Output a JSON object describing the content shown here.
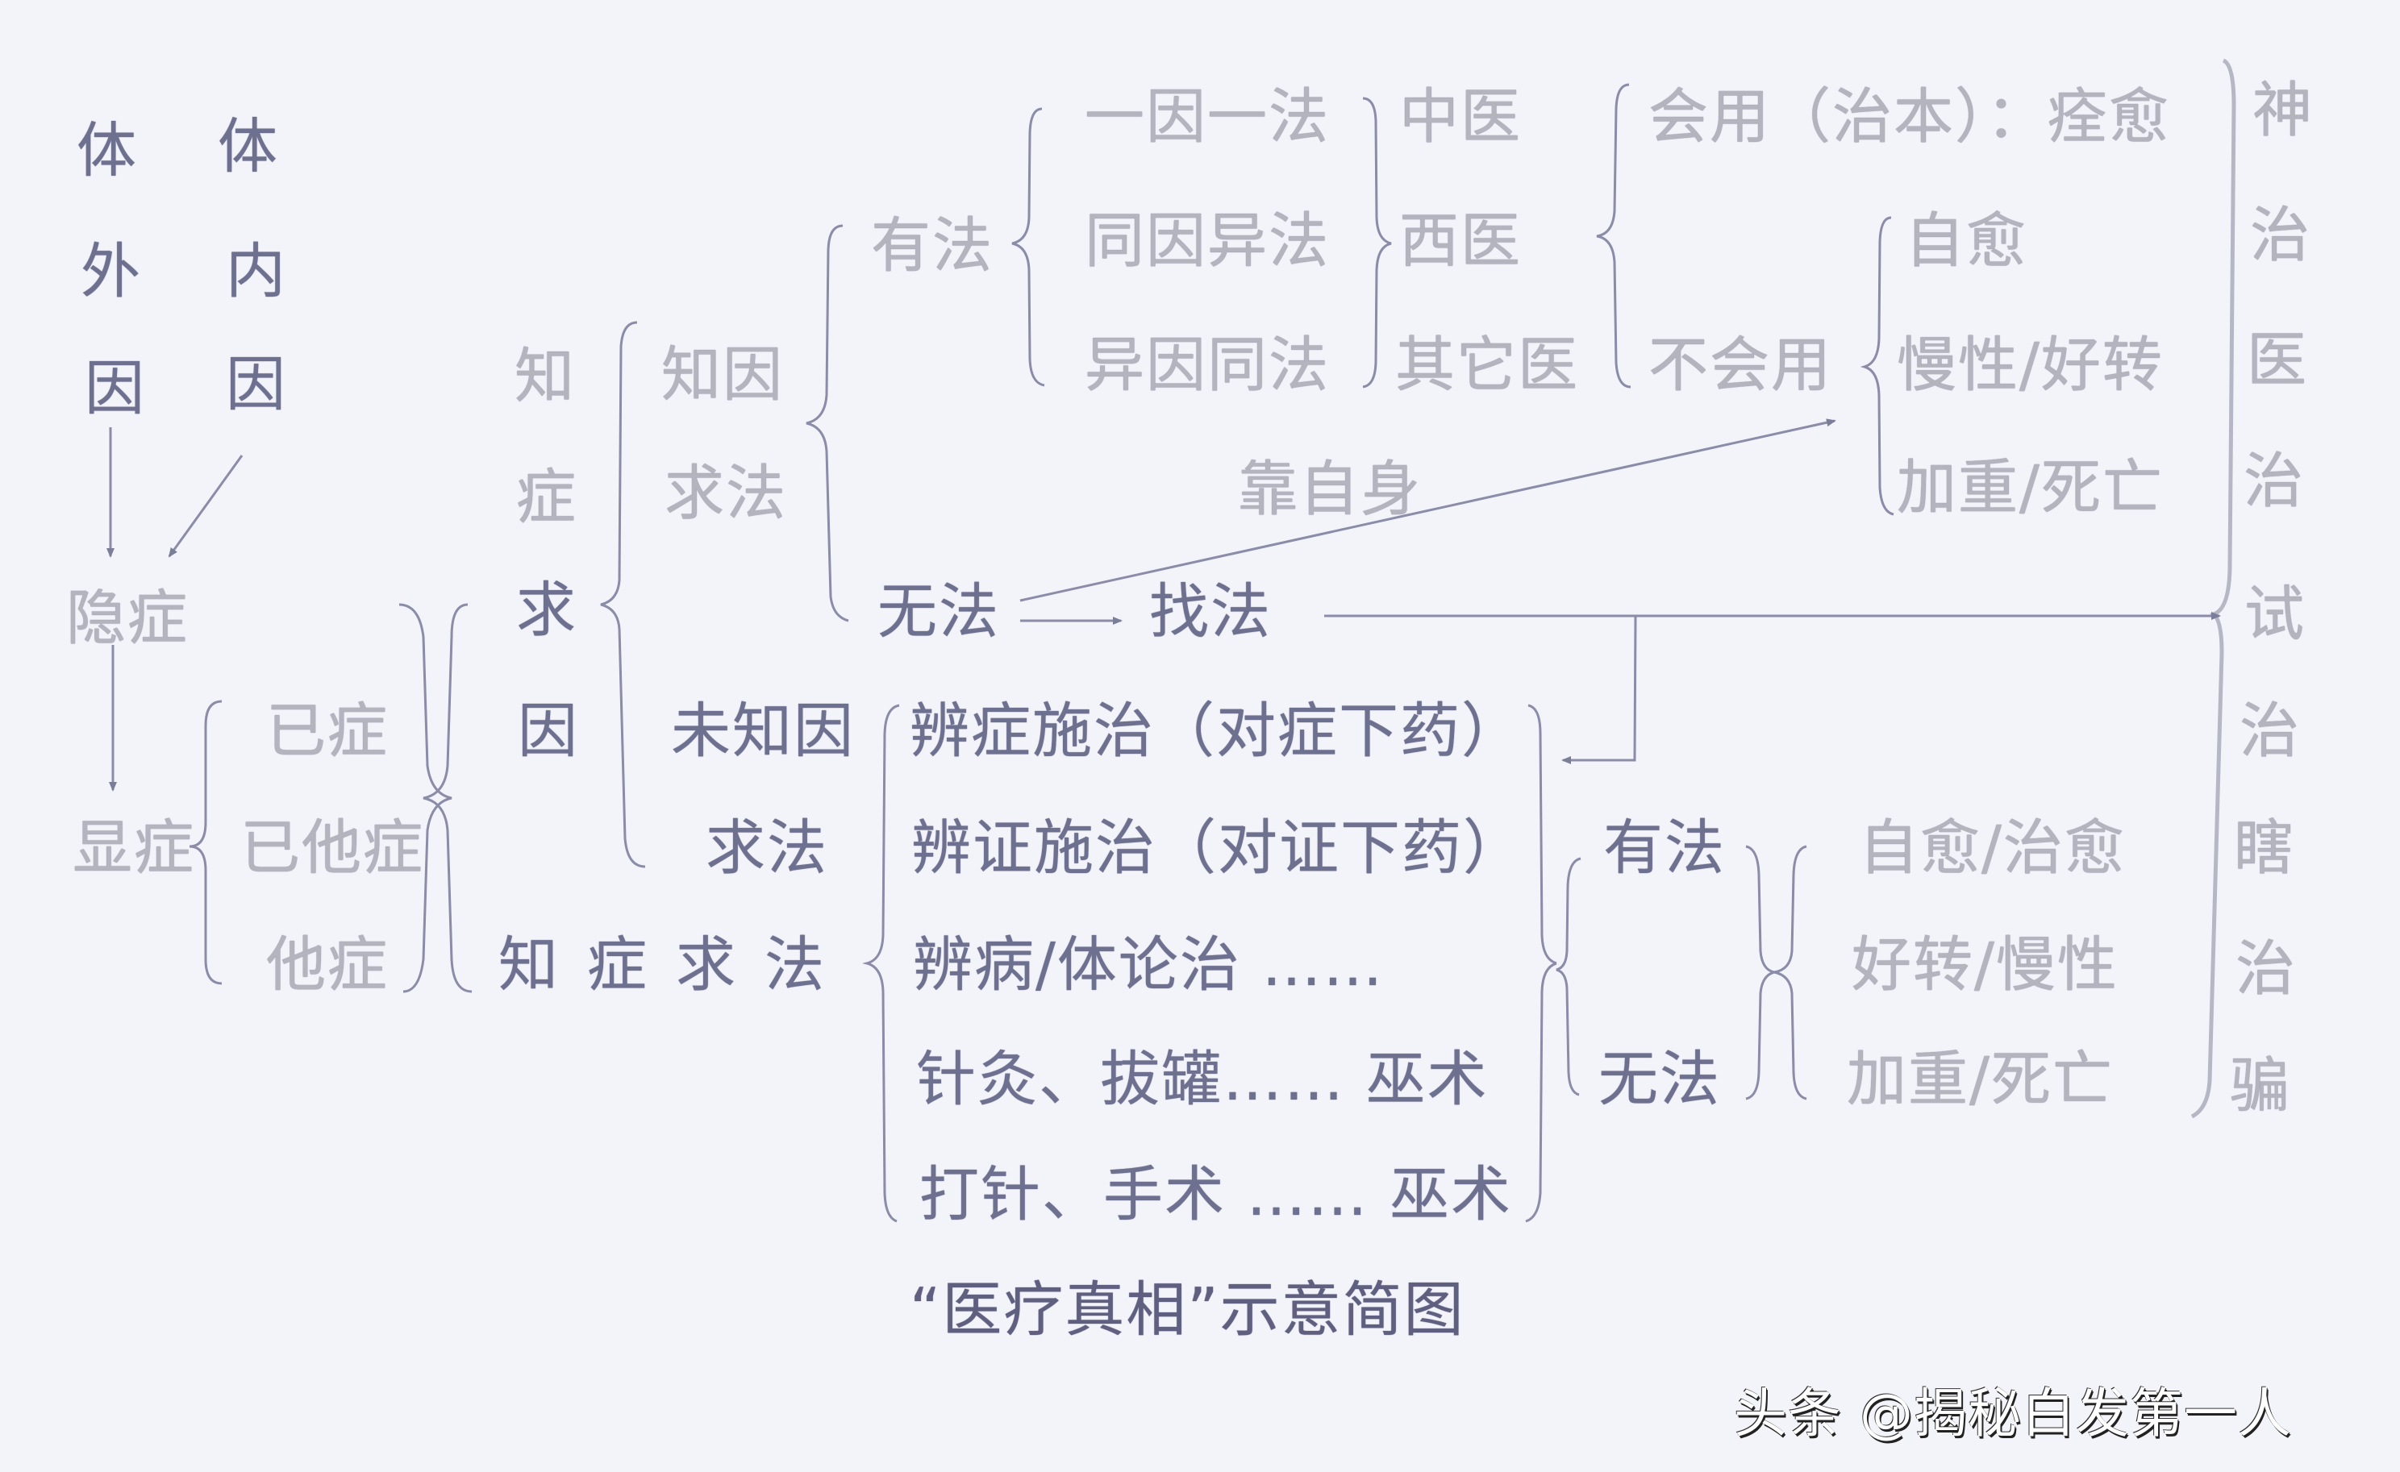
{
  "title": "“医疗真相”示意简图",
  "watermark": "头条 @揭秘白发第一人",
  "causes": {
    "external": [
      "体",
      "外",
      "因"
    ],
    "internal": [
      "体",
      "内",
      "因"
    ]
  },
  "symptoms": {
    "hidden": "隐症",
    "manifest": "显症",
    "manifest_types": [
      "已症",
      "已他症",
      "他症"
    ]
  },
  "approach_column": [
    "知",
    "症",
    "求",
    "因"
  ],
  "known_cause": {
    "label_1": "知因",
    "label_2": "求法",
    "has_method": "有法",
    "no_method": "无法",
    "find_method": "找法",
    "rely_self": "靠自身",
    "methods": [
      "一因一法",
      "同因异法",
      "异因同法"
    ],
    "medicine": [
      "中医",
      "西医",
      "其它医"
    ],
    "use_well": "会用（治本）：痊愈",
    "not_use": "不会用",
    "outcomes": [
      "自愈",
      "慢性/好转",
      "加重/死亡"
    ]
  },
  "unknown_cause": {
    "label_1": "未知因",
    "label_2": "求法"
  },
  "symptom_method_row": [
    "知",
    "症",
    "求",
    "法"
  ],
  "treatments": [
    "辨症施治（对症下药）",
    "辨证施治（对证下药）",
    "辨病/体论治 ……",
    "针灸、拔罐……  巫术",
    "打针、手术 ……  巫术"
  ],
  "treatment_result": {
    "has_method": "有法",
    "no_method": "无法",
    "outcomes": [
      "自愈/治愈",
      "好转/慢性",
      "加重/死亡"
    ]
  },
  "right_column": [
    "神",
    "治",
    "医",
    "治",
    "试",
    "治",
    "瞎",
    "治",
    "骗"
  ],
  "colors": {
    "background": "#f3f3fa",
    "text_light": "#b4b4be",
    "text_dark": "#6e7090",
    "line": "#8a8ca8"
  }
}
